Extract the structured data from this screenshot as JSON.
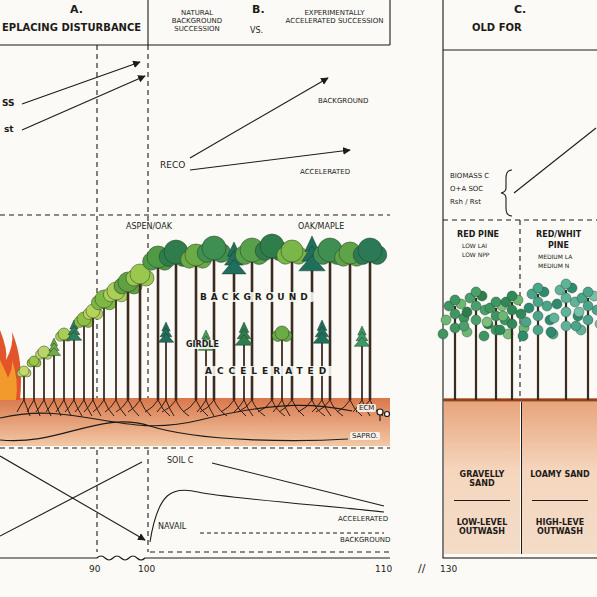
{
  "diagram": {
    "nodes": [
      {
        "text": [
          "GRAVELLY SAND",
          "LOW-LEVEL OUTWASH"
        ]
      },
      {
        "text": [
          "LOAMY SAND",
          "HIGH-LEVE OUTWASH"
        ]
      }
    ],
    "labels": [
      "A.",
      "EPLACING DISTURBANCE",
      "NATURAL BACKGROUND SUCCESSION",
      "B.",
      "VS.",
      "EXPERIMENTALLY ACCELERATED SUCCESSION",
      "C.",
      "OLD FOR",
      "SS",
      "st",
      "BACKGROUND",
      "RECO",
      "ACCELERATED",
      "ASPEN/OAK",
      "OAK/MAPLE",
      "BACKGROUND",
      "GIRDLE",
      "ACCELERATED",
      "ECM",
      "SAPRO.",
      "SOIL C",
      "ACCELERATED",
      "NAVAIL",
      "BACKGROUND",
      "90",
      "100",
      "110",
      "//",
      "130",
      "BIOMASS C",
      "O+A SOC",
      "Rsh / Rst",
      "RED PINE",
      "LOW LAI",
      "LOW NPP",
      "RED/WHIT",
      "PINE",
      "MEDIUM LA",
      "MEDIUM N"
    ]
  }
}
